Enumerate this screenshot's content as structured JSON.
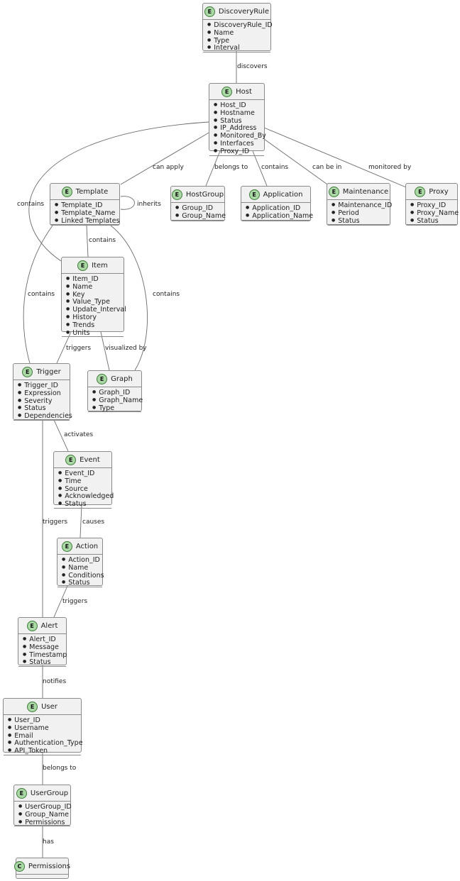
{
  "entities": {
    "discoveryrule": {
      "badge": "E",
      "name": "DiscoveryRule",
      "attrs": [
        "DiscoveryRule_ID",
        "Name",
        "Type",
        "Interval"
      ]
    },
    "host": {
      "badge": "E",
      "name": "Host",
      "attrs": [
        "Host_ID",
        "Hostname",
        "Status",
        "IP_Address",
        "Monitored_By",
        "Interfaces",
        "Proxy_ID"
      ]
    },
    "template": {
      "badge": "E",
      "name": "Template",
      "attrs": [
        "Template_ID",
        "Template_Name",
        "Linked Templates"
      ]
    },
    "hostgroup": {
      "badge": "E",
      "name": "HostGroup",
      "attrs": [
        "Group_ID",
        "Group_Name"
      ]
    },
    "application": {
      "badge": "E",
      "name": "Application",
      "attrs": [
        "Application_ID",
        "Application_Name"
      ]
    },
    "maintenance": {
      "badge": "E",
      "name": "Maintenance",
      "attrs": [
        "Maintenance_ID",
        "Period",
        "Status"
      ]
    },
    "proxy": {
      "badge": "E",
      "name": "Proxy",
      "attrs": [
        "Proxy_ID",
        "Proxy_Name",
        "Status"
      ]
    },
    "item": {
      "badge": "E",
      "name": "Item",
      "attrs": [
        "Item_ID",
        "Name",
        "Key",
        "Value_Type",
        "Update_Interval",
        "History",
        "Trends",
        "Units"
      ]
    },
    "trigger": {
      "badge": "E",
      "name": "Trigger",
      "attrs": [
        "Trigger_ID",
        "Expression",
        "Severity",
        "Status",
        "Dependencies"
      ]
    },
    "graph": {
      "badge": "E",
      "name": "Graph",
      "attrs": [
        "Graph_ID",
        "Graph_Name",
        "Type"
      ]
    },
    "event": {
      "badge": "E",
      "name": "Event",
      "attrs": [
        "Event_ID",
        "Time",
        "Source",
        "Acknowledged",
        "Status"
      ]
    },
    "action": {
      "badge": "E",
      "name": "Action",
      "attrs": [
        "Action_ID",
        "Name",
        "Conditions",
        "Status"
      ]
    },
    "alert": {
      "badge": "E",
      "name": "Alert",
      "attrs": [
        "Alert_ID",
        "Message",
        "Timestamp",
        "Status"
      ]
    },
    "user": {
      "badge": "E",
      "name": "User",
      "attrs": [
        "User_ID",
        "Username",
        "Email",
        "Authentication_Type",
        "API_Token"
      ]
    },
    "usergroup": {
      "badge": "E",
      "name": "UserGroup",
      "attrs": [
        "UserGroup_ID",
        "Group_Name",
        "Permissions"
      ]
    },
    "permissions": {
      "badge": "C",
      "name": "Permissions",
      "attrs": []
    }
  },
  "relations": {
    "discovers": "discovers",
    "can_apply": "can apply",
    "belongs_to_group": "belongs to",
    "contains_app": "contains",
    "can_be_in": "can be in",
    "monitored_by": "monitored by",
    "host_contains_item": "contains",
    "inherits": "inherits",
    "template_contains_item": "contains",
    "template_contains_trigger": "contains",
    "template_contains_graph": "contains",
    "item_triggers": "triggers",
    "visualized_by": "visualized by",
    "activates": "activates",
    "trigger_triggers_alert": "triggers",
    "causes": "causes",
    "action_triggers": "triggers",
    "notifies": "notifies",
    "user_belongs_to": "belongs to",
    "has": "has"
  },
  "colors": {
    "entity_fill": "#f1f1f1",
    "entity_border": "#8a8a8a",
    "badge_fill": "#a9d8a4",
    "line": "#6b6b6b"
  }
}
